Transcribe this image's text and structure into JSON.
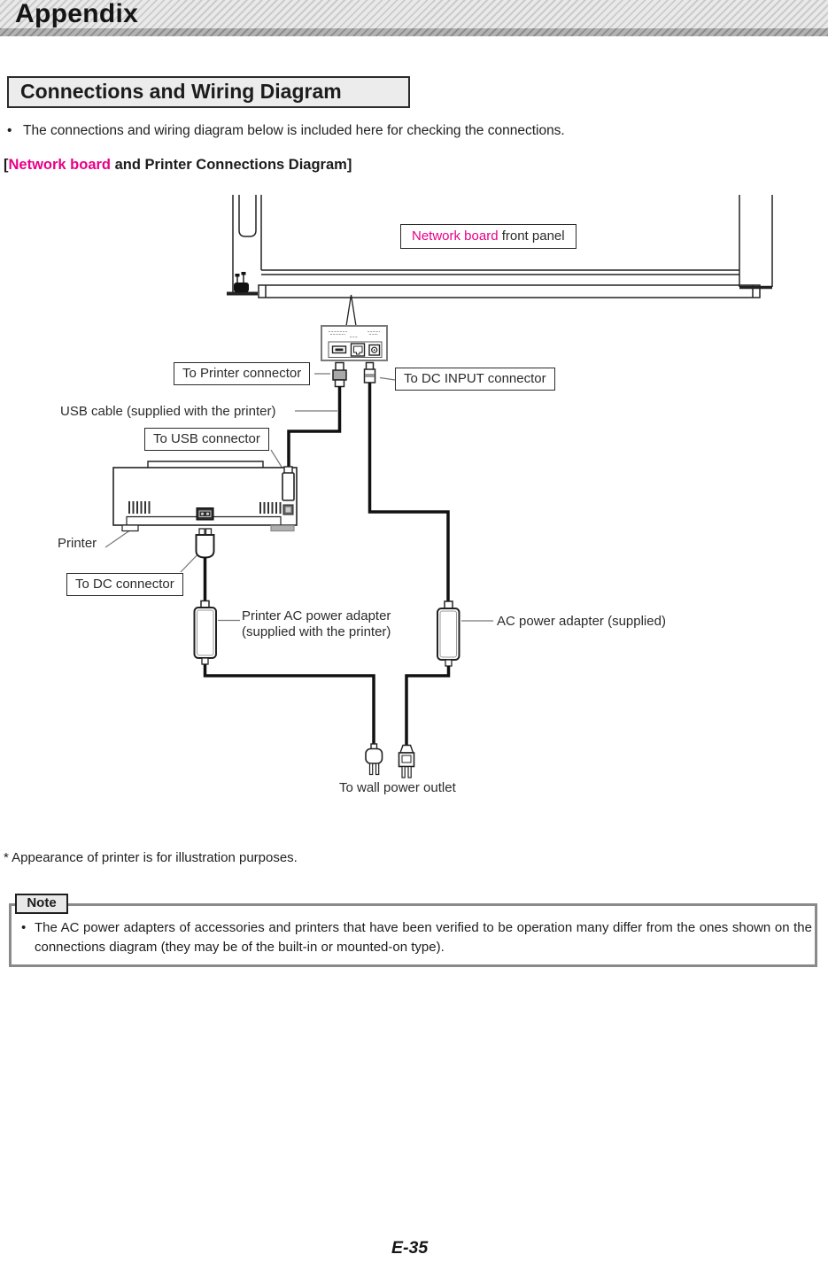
{
  "header": {
    "title": "Appendix"
  },
  "section": {
    "title": "Connections and Wiring Diagram"
  },
  "intro": {
    "bullet": "•",
    "text": "The connections and wiring diagram below is included here for checking the connections."
  },
  "diagram_heading": {
    "prefix": "[",
    "highlight": "Network board",
    "rest": " and Printer Connections Diagram]"
  },
  "diagram": {
    "labels": {
      "network_board_front_panel": {
        "highlight": "Network board",
        "rest": " front panel"
      },
      "to_printer_connector": "To Printer connector",
      "to_dc_input_connector": "To DC INPUT connector",
      "usb_cable": "USB cable (supplied with the printer)",
      "to_usb_connector": "To USB connector",
      "printer": "Printer",
      "to_dc_connector": "To DC connector",
      "printer_ac_adapter_line1": "Printer AC power adapter",
      "printer_ac_adapter_line2": "(supplied with the printer)",
      "ac_power_adapter": "AC power adapter (supplied)",
      "to_wall_power_outlet": "To wall power outlet"
    }
  },
  "footnote": "* Appearance of printer is for illustration purposes.",
  "note": {
    "label": "Note",
    "bullet": "•",
    "text": "The AC power adapters of accessories and printers that have been verified to be operation many differ from the ones shown on the connections diagram (they may be of the built-in or mounted-on type)."
  },
  "footer": {
    "page_number": "E-35"
  },
  "colors": {
    "highlight_magenta": "#e90087",
    "note_border_gray": "#8a8a8a"
  }
}
